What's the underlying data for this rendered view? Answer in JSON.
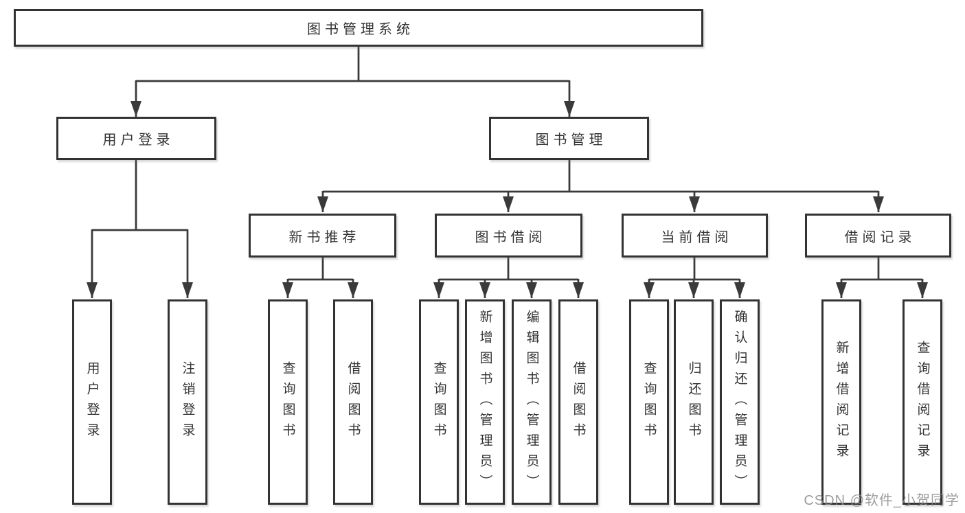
{
  "diagram_type": "hierarchy-tree",
  "colors": {
    "background": "#ffffff",
    "line": "#3a3a3a",
    "box_border": "#333333",
    "text": "#333333",
    "watermark": "#8c8c8c"
  },
  "tree": {
    "label": "图书管理系统",
    "children": [
      {
        "label": "用户登录",
        "children": [
          {
            "label": "用户登录"
          },
          {
            "label": "注销登录"
          }
        ]
      },
      {
        "label": "图书管理",
        "children": [
          {
            "label": "新书推荐",
            "children": [
              {
                "label": "查询图书"
              },
              {
                "label": "借阅图书"
              }
            ]
          },
          {
            "label": "图书借阅",
            "children": [
              {
                "label": "查询图书"
              },
              {
                "label": "新增图书（管理员）"
              },
              {
                "label": "编辑图书（管理员）"
              },
              {
                "label": "借阅图书"
              }
            ]
          },
          {
            "label": "当前借阅",
            "children": [
              {
                "label": "查询图书"
              },
              {
                "label": "归还图书"
              },
              {
                "label": "确认归还（管理员）"
              }
            ]
          },
          {
            "label": "借阅记录",
            "children": [
              {
                "label": "新增借阅记录"
              },
              {
                "label": "查询借阅记录"
              }
            ]
          }
        ]
      }
    ]
  },
  "watermark": "CSDN @软件_小贺同学"
}
